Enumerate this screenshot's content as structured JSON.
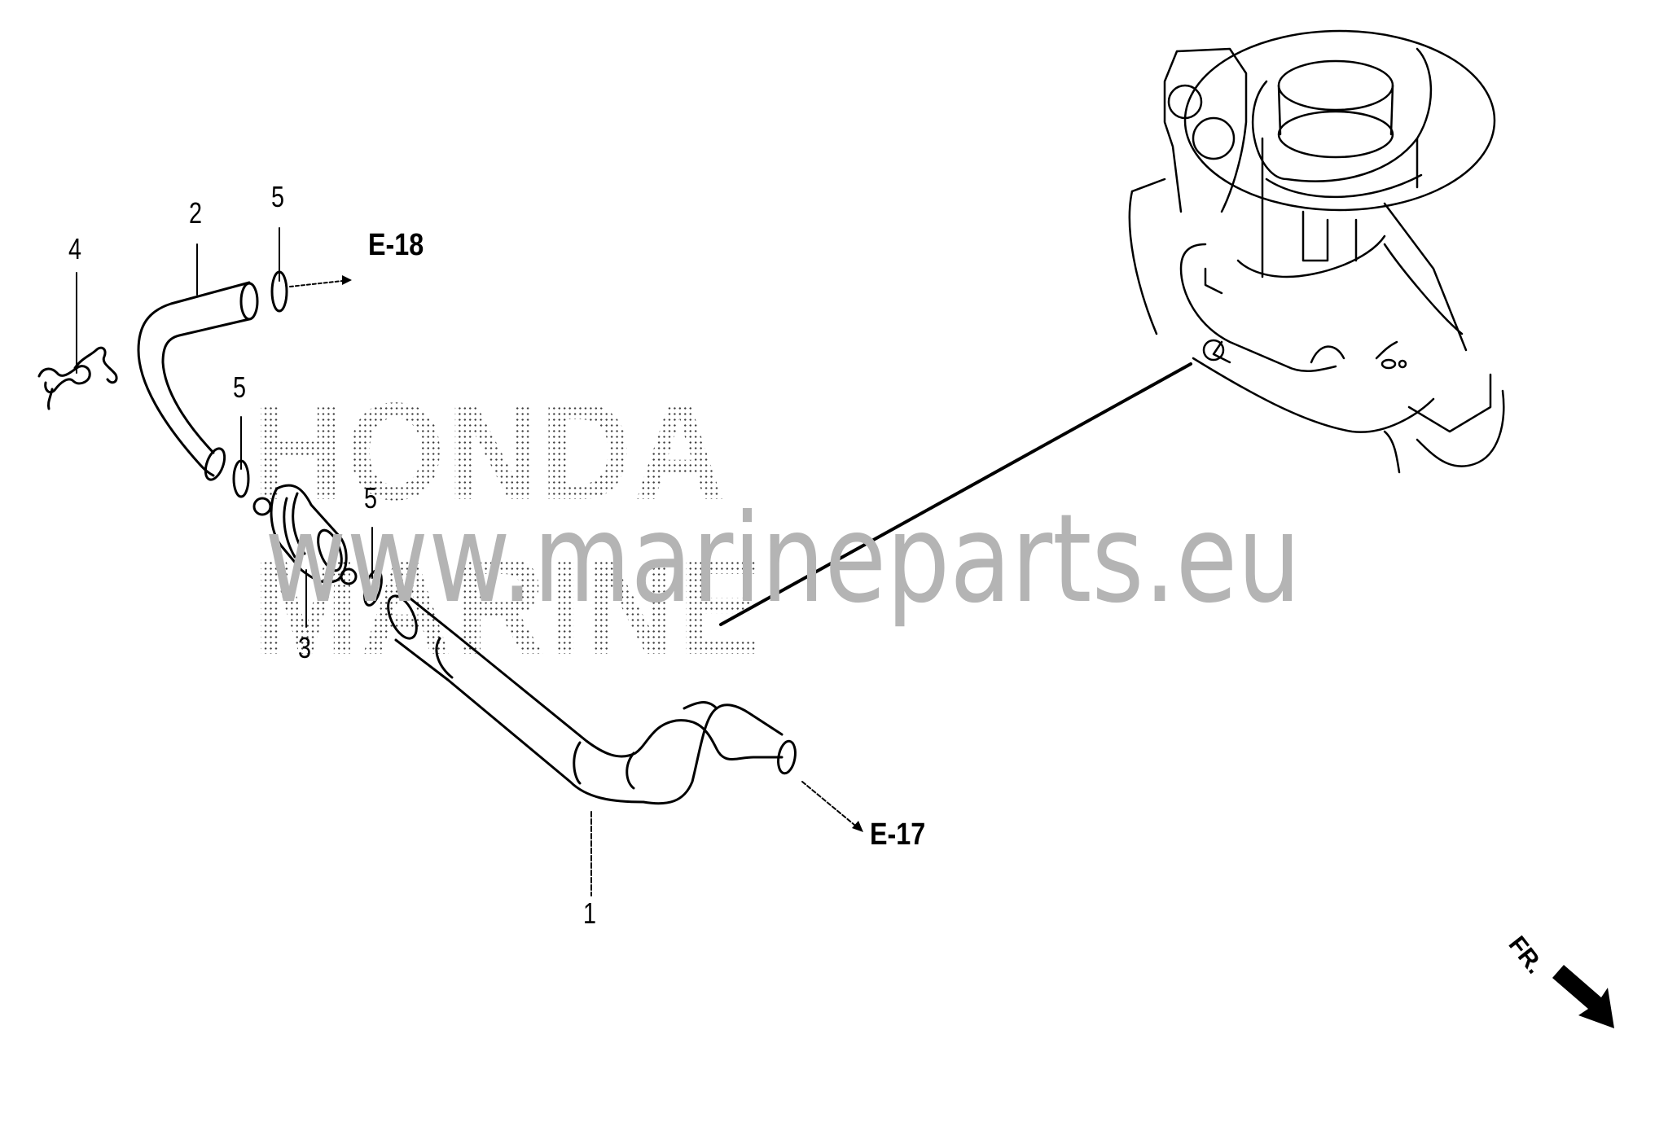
{
  "diagram": {
    "type": "exploded parts diagram",
    "subject": "outboard engine water hose / strainer assembly",
    "callouts": [
      {
        "id": "c1",
        "label": "1",
        "part": "hose (long, lower)"
      },
      {
        "id": "c2",
        "label": "2",
        "part": "hose (upper)"
      },
      {
        "id": "c3",
        "label": "3",
        "part": "strainer / joint"
      },
      {
        "id": "c4",
        "label": "4",
        "part": "clip"
      },
      {
        "id": "c5a",
        "label": "5",
        "part": "hose clamp (top)"
      },
      {
        "id": "c5b",
        "label": "5",
        "part": "hose clamp (middle)"
      },
      {
        "id": "c5c",
        "label": "5",
        "part": "hose clamp (lower)"
      }
    ],
    "references": [
      {
        "id": "r1",
        "label": "E-18"
      },
      {
        "id": "r2",
        "label": "E-17"
      }
    ],
    "direction_indicator": {
      "label": "FR.",
      "icon": "front-arrow-icon"
    }
  },
  "watermark": {
    "brand_top": "HONDA",
    "brand_bottom": "MARINE",
    "url": "www.marineparts.eu",
    "url_color": "#b4b4b4"
  },
  "colors": {
    "line": "#000000",
    "background": "#ffffff"
  }
}
